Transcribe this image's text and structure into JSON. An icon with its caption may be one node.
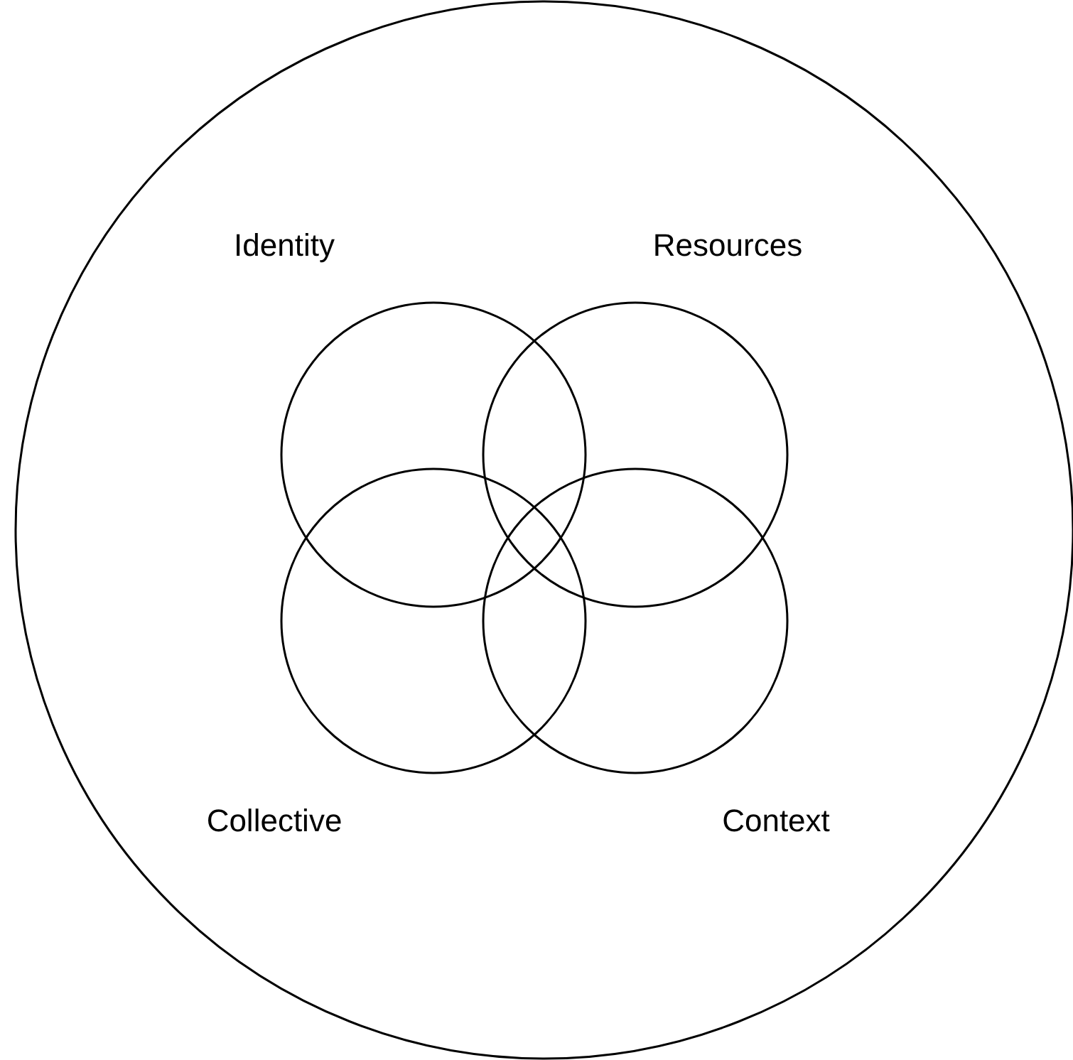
{
  "diagram": {
    "nodes": [
      {
        "text": [],
        "shape": "circle"
      },
      {
        "text": [
          "Identity"
        ],
        "in": 0
      },
      {
        "text": [
          "Resources"
        ],
        "in": 0
      },
      {
        "text": [
          "Collective"
        ],
        "in": 0
      },
      {
        "text": [
          "Context"
        ],
        "in": 0
      }
    ]
  }
}
